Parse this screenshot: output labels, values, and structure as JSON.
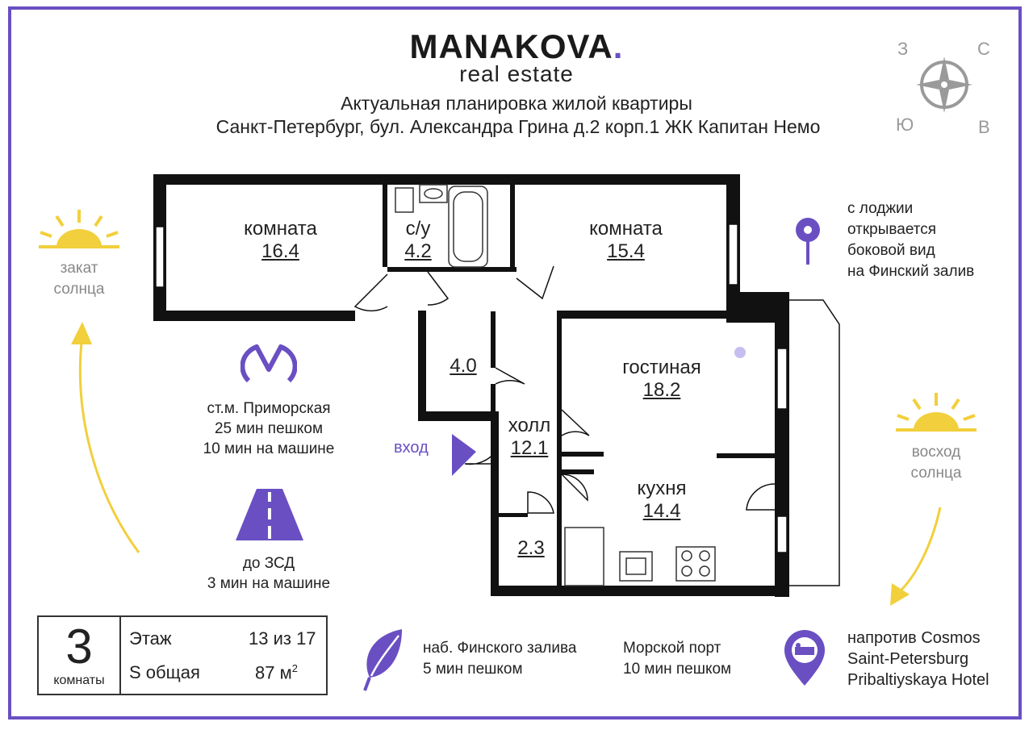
{
  "brand": {
    "name": "MANAKOVA",
    "dot": ".",
    "sub": "real estate"
  },
  "heading": {
    "line1": "Актуальная  планировка жилой квартиры",
    "line2": "Санкт-Петербург, бул. Александра Грина д.2 корп.1  ЖК Капитан Немо"
  },
  "compass": {
    "w": "З",
    "n": "С",
    "s": "Ю",
    "e": "В"
  },
  "rooms": {
    "room1": {
      "name": "комната",
      "area": "16.4"
    },
    "bath": {
      "name": "с/у",
      "area": "4.2"
    },
    "room2": {
      "name": "комната",
      "area": "15.4"
    },
    "storage": {
      "area": "4.0"
    },
    "living": {
      "name": "гостиная",
      "area": "18.2"
    },
    "hall": {
      "name": "холл",
      "area": "12.1"
    },
    "kitchen": {
      "name": "кухня",
      "area": "14.4"
    },
    "wc": {
      "area": "2.3"
    },
    "entrance": "вход"
  },
  "sunset": {
    "line1": "закат",
    "line2": "солнца"
  },
  "sunrise": {
    "line1": "восход",
    "line2": "солнца"
  },
  "metro": {
    "line1": "ст.м. Приморская",
    "line2": "25 мин пешком",
    "line3": "10 мин на машине"
  },
  "road": {
    "line1": "до ЗСД",
    "line2": "3 мин на машине"
  },
  "loggia": {
    "line1": "с лоджии",
    "line2": "открывается",
    "line3": "боковой вид",
    "line4": "на Финский залив"
  },
  "summary": {
    "rooms_count": "3",
    "rooms_label": "комнаты",
    "floor_label": "Этаж",
    "floor_value": "13 из 17",
    "area_label": "S общая",
    "area_value": "87 м",
    "area_sup": "2"
  },
  "embankment": {
    "line1": "наб. Финского залива",
    "line2": "5 мин пешком"
  },
  "port": {
    "line1": "Морской порт",
    "line2": "10 мин пешком"
  },
  "hotel": {
    "line1": "напротив Cosmos",
    "line2": "Saint-Petersburg",
    "line3": "Pribaltiyskaya Hotel"
  },
  "colors": {
    "accent": "#6a4fc3",
    "sun": "#f2cf3c",
    "wall": "#111111",
    "compass": "#9a9a9a"
  }
}
